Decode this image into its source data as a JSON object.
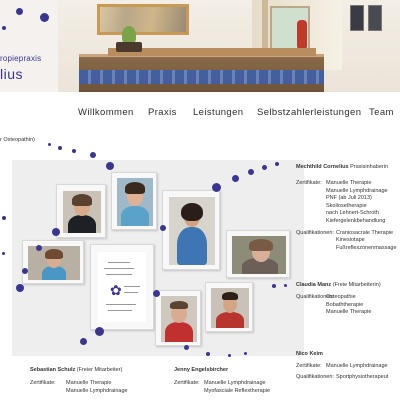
{
  "header": {
    "brand_line_1": "ropiepraxis",
    "brand_line_2": "lius"
  },
  "nav": {
    "items": [
      "Willkommen",
      "Praxis",
      "Leistungen",
      "Selbstzahlerleistungen",
      "Team"
    ]
  },
  "team": {
    "intro": "r Osteopathin)",
    "members": {
      "cornelius": {
        "name": "Mechthild Cornelius",
        "role": "Praxisinhaberin",
        "cert_label": "Zertifikate:",
        "certs": [
          "Manuelle Therapie",
          "Manuelle Lymphdrainage",
          "PNF (ab Juli 2013)",
          "Skoliosetherapie",
          "nach Lehnert-Schroth",
          "Kiefergelenkbehandlung"
        ],
        "qual_label": "Qualifikationen:",
        "quals": [
          "Craniosacrale Therapie",
          "Kinesiotape",
          "Fußreflexzonenmassage"
        ]
      },
      "manz": {
        "name": "Claudia Manz",
        "role": "(Freie Mitarbeiterin)",
        "qual_label": "Qualifikationen:",
        "quals": [
          "Osteopathie",
          "Bobaththerapie",
          "Manuelle Therapie"
        ]
      },
      "keim": {
        "name": "Nico Keim",
        "cert_label": "Zertifikate:",
        "certs": [
          "Manuelle Lymphdrainage"
        ],
        "qual_label": "Qualifikationen:",
        "quals": [
          "Sportphysiotherapeut"
        ]
      },
      "schulz": {
        "name": "Sebastian Schulz",
        "role": "(Freier Mitarbeiter)",
        "cert_label": "Zertifikate:",
        "certs": [
          "Manuelle Therapie",
          "Manuelle Lymphdrainage"
        ]
      },
      "engelsbircher": {
        "name": "Jenny Engelsbircher",
        "cert_label": "Zertifikate:",
        "certs": [
          "Manuelle Lymphdrainage",
          "Myofasciale Reflextherapie"
        ]
      }
    }
  },
  "colors": {
    "accent": "#3b3592",
    "nav_text": "#2d2d2d",
    "body_text": "#333333"
  }
}
